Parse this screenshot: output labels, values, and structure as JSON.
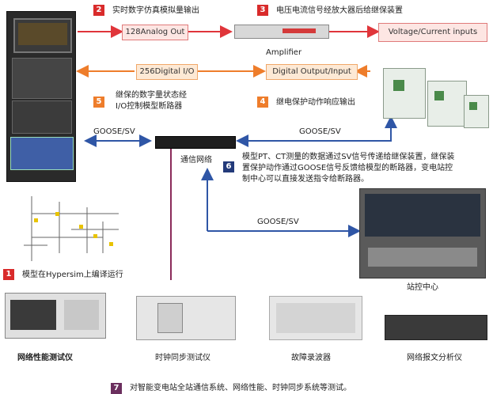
{
  "steps": {
    "s1": {
      "num": "1",
      "text": "模型在Hypersim上编译运行"
    },
    "s2": {
      "num": "2",
      "text": "实时数字仿真模拟量输出"
    },
    "s3": {
      "num": "3",
      "text": "电压电流信号经放大器后给继保装置"
    },
    "s4": {
      "num": "4",
      "text": "继电保护动作响应输出"
    },
    "s5": {
      "num": "5",
      "text_line1": "继保的数字量状态经",
      "text_line2": "I/O控制模型断路器"
    },
    "s6": {
      "num": "6",
      "text_line1": "模型PT、CT测量的数据通过SV信号传递给继保装置，继保装",
      "text_line2": "置保护动作通过GOOSE信号反馈给模型的断路器，变电站控",
      "text_line3": "制中心可以直接发送指令给断路器。"
    },
    "s7": {
      "num": "7",
      "text": "对智能变电站全站通信系统、网络性能、时钟同步系统等测试。"
    }
  },
  "boxes": {
    "analog_out": "128Analog Out",
    "vc_inputs": "Voltage/Current inputs",
    "digital_io": "256Digital I/O",
    "digital_out_in": "Digital Output/Input"
  },
  "labels": {
    "amplifier": "Amplifier",
    "goose_sv_left": "GOOSE/SV",
    "goose_sv_right": "GOOSE/SV",
    "goose_sv_bottom": "GOOSE/SV",
    "comm_network": "通信网络",
    "control_center": "站控中心"
  },
  "devices": {
    "d1": "网络性能测试仪",
    "d2": "时钟同步测试仪",
    "d3": "故障录波器",
    "d4": "网络报文分析仪"
  },
  "colors": {
    "red_arrow": "#e0353a",
    "orange_arrow": "#ee7d2b",
    "blue_arrow": "#2f56a6",
    "purple_line": "#8a2b5a"
  }
}
